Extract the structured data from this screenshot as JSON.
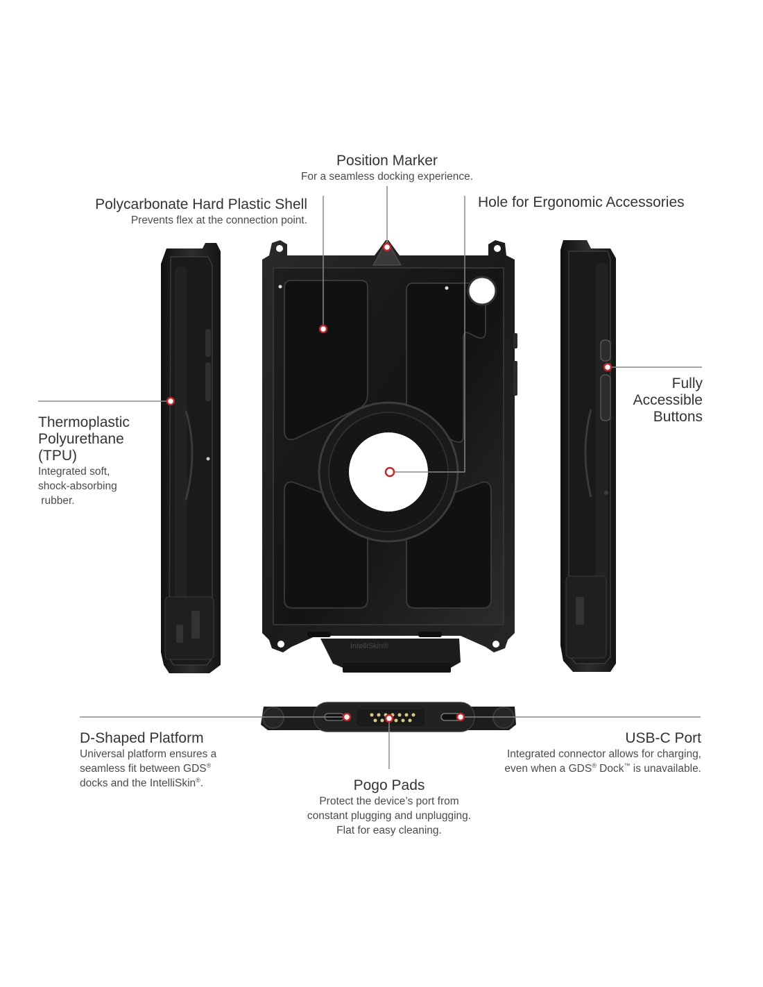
{
  "product_label": "IntelliSkin®",
  "accent_color": "#c0272d",
  "callouts": {
    "position_marker": {
      "title": "Position Marker",
      "lines": [
        "For a seamless docking experience."
      ]
    },
    "polycarbonate_shell": {
      "title": "Polycarbonate Hard Plastic Shell",
      "lines": [
        "Prevents flex at the connection point."
      ]
    },
    "ergonomic_hole": {
      "title": "Hole for Ergonomic Accessories",
      "lines": []
    },
    "tpu": {
      "title_lines": [
        "Thermoplastic",
        "Polyurethane",
        "(TPU)"
      ],
      "lines": [
        "Integrated soft,",
        "shock-absorbing",
        " rubber."
      ]
    },
    "buttons": {
      "title_lines": [
        "Fully",
        "Accessible",
        "Buttons"
      ],
      "lines": []
    },
    "d_platform": {
      "title": "D-Shaped Platform",
      "line1": "Universal platform ensures a",
      "line2_pre": "seamless fit between GDS",
      "line2_sup": "®",
      "line3_pre": "docks and the IntelliSkin",
      "line3_sup": "®",
      "line3_post": "."
    },
    "usb_c": {
      "title": "USB-C Port",
      "line1": "Integrated connector allows for charging,",
      "line2_pre": "even when a GDS",
      "line2_sup1": "®",
      "line2_mid": " Dock",
      "line2_sup2": "™",
      "line2_post": " is unavailable."
    },
    "pogo_pads": {
      "title": "Pogo Pads",
      "lines": [
        "Protect the device’s port from",
        "constant plugging and unplugging.",
        "Flat for easy cleaning."
      ]
    }
  }
}
